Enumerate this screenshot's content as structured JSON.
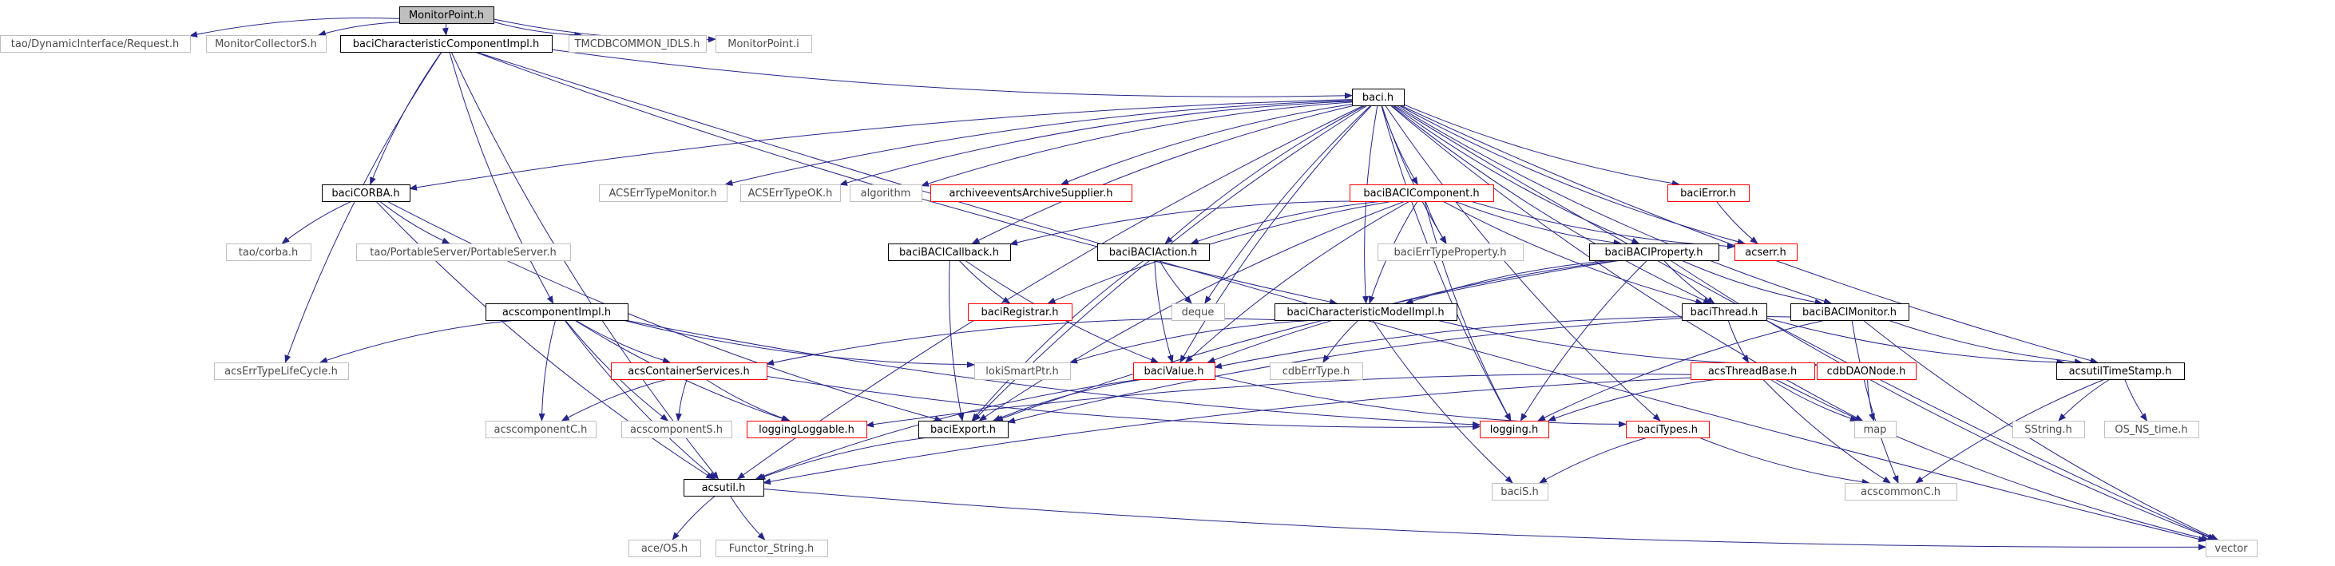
{
  "colors": {
    "edge": "#25258a",
    "black_border": "#000000",
    "red_border": "#ff0000",
    "gray_border": "#bfbfbf",
    "root_fill": "#bfbfbf",
    "fill": "#ffffff",
    "text_dark": "#000000",
    "text_gray": "#4a4a4a"
  },
  "nodes": [
    {
      "id": "monitorpoint_h",
      "label": "MonitorPoint.h",
      "style": "root"
    },
    {
      "id": "tao_request",
      "label": "tao/DynamicInterface/Request.h",
      "style": "gray"
    },
    {
      "id": "monitorcollectorS",
      "label": "MonitorCollectorS.h",
      "style": "gray"
    },
    {
      "id": "bacicharcompimpl",
      "label": "baciCharacteristicComponentImpl.h",
      "style": "black"
    },
    {
      "id": "tmcdbcommon",
      "label": "TMCDBCOMMON_IDLS.h",
      "style": "gray"
    },
    {
      "id": "monitorpoint_i",
      "label": "MonitorPoint.i",
      "style": "gray"
    },
    {
      "id": "baci_h",
      "label": "baci.h",
      "style": "black"
    },
    {
      "id": "baciCORBA",
      "label": "baciCORBA.h",
      "style": "black"
    },
    {
      "id": "acserrtypemonitor",
      "label": "ACSErrTypeMonitor.h",
      "style": "gray"
    },
    {
      "id": "acserrtypeok",
      "label": "ACSErrTypeOK.h",
      "style": "gray"
    },
    {
      "id": "algorithm",
      "label": "algorithm",
      "style": "gray"
    },
    {
      "id": "archiveevents",
      "label": "archiveeventsArchiveSupplier.h",
      "style": "red"
    },
    {
      "id": "bacibacicomponent",
      "label": "baciBACIComponent.h",
      "style": "red"
    },
    {
      "id": "bacierror",
      "label": "baciError.h",
      "style": "red"
    },
    {
      "id": "taocorba",
      "label": "tao/corba.h",
      "style": "gray"
    },
    {
      "id": "taoportable",
      "label": "tao/PortableServer/PortableServer.h",
      "style": "gray"
    },
    {
      "id": "acserr",
      "label": "acserr.h",
      "style": "red"
    },
    {
      "id": "acserrtypeproperty",
      "label": "baciErrTypeProperty.h",
      "style": "gray"
    },
    {
      "id": "bacibaciproperty",
      "label": "baciBACIProperty.h",
      "style": "black"
    },
    {
      "id": "bacibacicallback",
      "label": "baciBACICallback.h",
      "style": "black"
    },
    {
      "id": "bacibaciaction",
      "label": "baciBACIAction.h",
      "style": "black"
    },
    {
      "id": "baciregistrar",
      "label": "baciRegistrar.h",
      "style": "red"
    },
    {
      "id": "deque",
      "label": "deque",
      "style": "gray"
    },
    {
      "id": "bacicharmodelimpl",
      "label": "baciCharacteristicModelImpl.h",
      "style": "black"
    },
    {
      "id": "bacithread",
      "label": "baciThread.h",
      "style": "black"
    },
    {
      "id": "bacibacimonitor",
      "label": "baciBACIMonitor.h",
      "style": "black"
    },
    {
      "id": "acscomponentimpl",
      "label": "acscomponentImpl.h",
      "style": "black"
    },
    {
      "id": "acserrtypelifecycle",
      "label": "acsErrTypeLifeCycle.h",
      "style": "gray"
    },
    {
      "id": "acscontainerservices",
      "label": "acsContainerServices.h",
      "style": "red"
    },
    {
      "id": "lokismartptr",
      "label": "lokiSmartPtr.h",
      "style": "gray"
    },
    {
      "id": "bacivalue",
      "label": "baciValue.h",
      "style": "red"
    },
    {
      "id": "cdberrtype",
      "label": "cdbErrType.h",
      "style": "gray"
    },
    {
      "id": "cdbdaonode",
      "label": "cdbDAONode.h",
      "style": "red"
    },
    {
      "id": "acsthreadbase",
      "label": "acsThreadBase.h",
      "style": "red"
    },
    {
      "id": "acsutiltimestamp",
      "label": "acsutilTimeStamp.h",
      "style": "black"
    },
    {
      "id": "acscomponentC",
      "label": "acscomponentC.h",
      "style": "gray"
    },
    {
      "id": "acscomponentS",
      "label": "acscomponentS.h",
      "style": "gray"
    },
    {
      "id": "loggingloggable",
      "label": "loggingLoggable.h",
      "style": "red"
    },
    {
      "id": "baciexport",
      "label": "baciExport.h",
      "style": "black"
    },
    {
      "id": "logging_h",
      "label": "logging.h",
      "style": "red"
    },
    {
      "id": "bacitypes",
      "label": "baciTypes.h",
      "style": "red"
    },
    {
      "id": "map",
      "label": "map",
      "style": "gray"
    },
    {
      "id": "sstring",
      "label": "SString.h",
      "style": "gray"
    },
    {
      "id": "os_ns_time",
      "label": "OS_NS_time.h",
      "style": "gray"
    },
    {
      "id": "acsutil_h",
      "label": "acsutil.h",
      "style": "black"
    },
    {
      "id": "bacis",
      "label": "baciS.h",
      "style": "gray"
    },
    {
      "id": "acscommonC",
      "label": "acscommonC.h",
      "style": "gray"
    },
    {
      "id": "ace_os",
      "label": "ace/OS.h",
      "style": "gray"
    },
    {
      "id": "functor_string",
      "label": "Functor_String.h",
      "style": "gray"
    },
    {
      "id": "vector",
      "label": "vector",
      "style": "gray"
    }
  ],
  "edges": [
    [
      "monitorpoint_h",
      "tao_request"
    ],
    [
      "monitorpoint_h",
      "monitorcollectorS"
    ],
    [
      "monitorpoint_h",
      "bacicharcompimpl"
    ],
    [
      "monitorpoint_h",
      "tmcdbcommon"
    ],
    [
      "monitorpoint_h",
      "monitorpoint_i"
    ],
    [
      "bacicharcompimpl",
      "baci_h"
    ],
    [
      "bacicharcompimpl",
      "baciCORBA"
    ],
    [
      "bacicharcompimpl",
      "acscomponentimpl"
    ],
    [
      "bacicharcompimpl",
      "acserrtypelifecycle"
    ],
    [
      "bacicharcompimpl",
      "acsutil_h"
    ],
    [
      "bacicharcompimpl",
      "bacicharmodelimpl"
    ],
    [
      "bacicharcompimpl",
      "vector"
    ],
    [
      "baci_h",
      "baciCORBA"
    ],
    [
      "baci_h",
      "acserrtypemonitor"
    ],
    [
      "baci_h",
      "acserrtypeok"
    ],
    [
      "baci_h",
      "algorithm"
    ],
    [
      "baci_h",
      "archiveevents"
    ],
    [
      "baci_h",
      "bacibacicomponent"
    ],
    [
      "baci_h",
      "bacierror"
    ],
    [
      "baci_h",
      "acserr"
    ],
    [
      "baci_h",
      "acserrtypeproperty"
    ],
    [
      "baci_h",
      "bacibaciproperty"
    ],
    [
      "baci_h",
      "bacibacicallback"
    ],
    [
      "baci_h",
      "bacibaciaction"
    ],
    [
      "baci_h",
      "deque"
    ],
    [
      "baci_h",
      "bacicharmodelimpl"
    ],
    [
      "baci_h",
      "bacithread"
    ],
    [
      "baci_h",
      "bacibacimonitor"
    ],
    [
      "baci_h",
      "bacivalue"
    ],
    [
      "baci_h",
      "acsutiltimestamp"
    ],
    [
      "baci_h",
      "baciexport"
    ],
    [
      "baci_h",
      "logging_h"
    ],
    [
      "baci_h",
      "bacitypes"
    ],
    [
      "baci_h",
      "map"
    ],
    [
      "baci_h",
      "acsutil_h"
    ],
    [
      "baci_h",
      "vector"
    ],
    [
      "baciCORBA",
      "taocorba"
    ],
    [
      "baciCORBA",
      "taoportable"
    ],
    [
      "baciCORBA",
      "baciexport"
    ],
    [
      "baciCORBA",
      "acsutil_h"
    ],
    [
      "bacierror",
      "acserr"
    ],
    [
      "bacibacicomponent",
      "acserrtypeproperty"
    ],
    [
      "bacibacicomponent",
      "bacibaciproperty"
    ],
    [
      "bacibacicomponent",
      "bacibacicallback"
    ],
    [
      "bacibacicomponent",
      "bacibaciaction"
    ],
    [
      "bacibacicomponent",
      "baciregistrar"
    ],
    [
      "bacibacicomponent",
      "bacicharmodelimpl"
    ],
    [
      "bacibacicomponent",
      "bacithread"
    ],
    [
      "bacibacicomponent",
      "bacivalue"
    ],
    [
      "bacibacicomponent",
      "baciexport"
    ],
    [
      "bacibacicomponent",
      "logging_h"
    ],
    [
      "bacibacicomponent",
      "acserr"
    ],
    [
      "bacibaciproperty",
      "bacicharmodelimpl"
    ],
    [
      "bacibaciproperty",
      "bacithread"
    ],
    [
      "bacibaciproperty",
      "bacibacimonitor"
    ],
    [
      "bacibaciproperty",
      "bacivalue"
    ],
    [
      "bacibaciproperty",
      "baciexport"
    ],
    [
      "bacibaciproperty",
      "logging_h"
    ],
    [
      "bacibaciproperty",
      "vector"
    ],
    [
      "bacibacicallback",
      "baciregistrar"
    ],
    [
      "bacibacicallback",
      "bacivalue"
    ],
    [
      "bacibacicallback",
      "baciexport"
    ],
    [
      "bacibaciaction",
      "deque"
    ],
    [
      "bacibaciaction",
      "bacivalue"
    ],
    [
      "bacibaciaction",
      "baciexport"
    ],
    [
      "bacicharmodelimpl",
      "acscontainerservices"
    ],
    [
      "bacicharmodelimpl",
      "cdberrtype"
    ],
    [
      "bacicharmodelimpl",
      "cdbdaonode"
    ],
    [
      "bacicharmodelimpl",
      "bacis"
    ],
    [
      "bacicharmodelimpl",
      "lokismartptr"
    ],
    [
      "bacithread",
      "acsthreadbase"
    ],
    [
      "bacithread",
      "baciexport"
    ],
    [
      "bacithread",
      "acsutiltimestamp"
    ],
    [
      "bacibacimonitor",
      "acsutiltimestamp"
    ],
    [
      "bacibacimonitor",
      "bacivalue"
    ],
    [
      "bacibacimonitor",
      "logging_h"
    ],
    [
      "bacibacimonitor",
      "acscommonC"
    ],
    [
      "bacibacimonitor",
      "vector"
    ],
    [
      "acscomponentimpl",
      "acserrtypelifecycle"
    ],
    [
      "acscomponentimpl",
      "acscontainerservices"
    ],
    [
      "acscomponentimpl",
      "lokismartptr"
    ],
    [
      "acscomponentimpl",
      "acscomponentC"
    ],
    [
      "acscomponentimpl",
      "acscomponentS"
    ],
    [
      "acscomponentimpl",
      "loggingloggable"
    ],
    [
      "acscomponentimpl",
      "logging_h"
    ],
    [
      "acscomponentimpl",
      "acsutil_h"
    ],
    [
      "acscontainerservices",
      "acscomponentC"
    ],
    [
      "acscontainerservices",
      "acscomponentS"
    ],
    [
      "acscontainerservices",
      "loggingloggable"
    ],
    [
      "acscontainerservices",
      "logging_h"
    ],
    [
      "bacivalue",
      "bacitypes"
    ],
    [
      "bacivalue",
      "baciexport"
    ],
    [
      "bacivalue",
      "acsutil_h"
    ],
    [
      "cdbdaonode",
      "map"
    ],
    [
      "acsthreadbase",
      "loggingloggable"
    ],
    [
      "acsthreadbase",
      "logging_h"
    ],
    [
      "acsthreadbase",
      "map"
    ],
    [
      "acsthreadbase",
      "acscommonC"
    ],
    [
      "acsthreadbase",
      "vector"
    ],
    [
      "acsthreadbase",
      "acsutil_h"
    ],
    [
      "acsutiltimestamp",
      "sstring"
    ],
    [
      "acsutiltimestamp",
      "os_ns_time"
    ],
    [
      "acsutiltimestamp",
      "acscommonC"
    ],
    [
      "baciexport",
      "acsutil_h"
    ],
    [
      "bacitypes",
      "bacis"
    ],
    [
      "bacitypes",
      "acscommonC"
    ],
    [
      "acsutil_h",
      "ace_os"
    ],
    [
      "acsutil_h",
      "functor_string"
    ],
    [
      "acsutil_h",
      "vector"
    ]
  ]
}
